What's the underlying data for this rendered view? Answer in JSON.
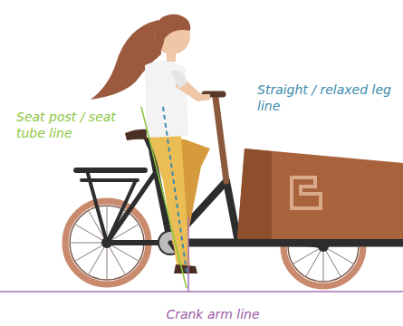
{
  "diagram": {
    "labels": [
      "Seat post / seat tube line",
      "Straight / relaxed leg line",
      "Crank arm line"
    ]
  }
}
